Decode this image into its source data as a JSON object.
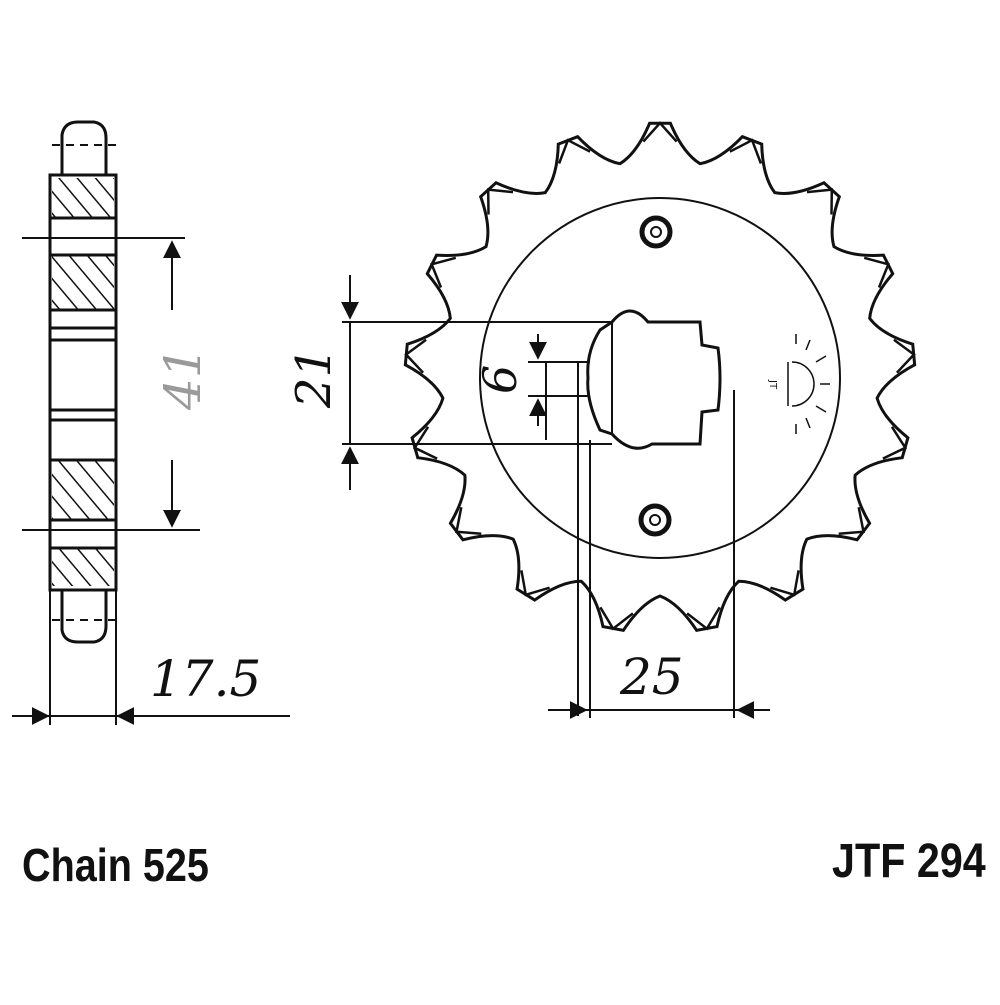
{
  "diagram": {
    "chain_label": "Chain 525",
    "part_number": "JTF 294",
    "dimensions": {
      "offset_height": "41",
      "width": "17.5",
      "shaft_diameter": "21",
      "spline_width": "6",
      "spline_to_edge": "25"
    },
    "sprocket": {
      "teeth": 17,
      "bolt_holes": 2
    },
    "line_color": "#111111"
  }
}
